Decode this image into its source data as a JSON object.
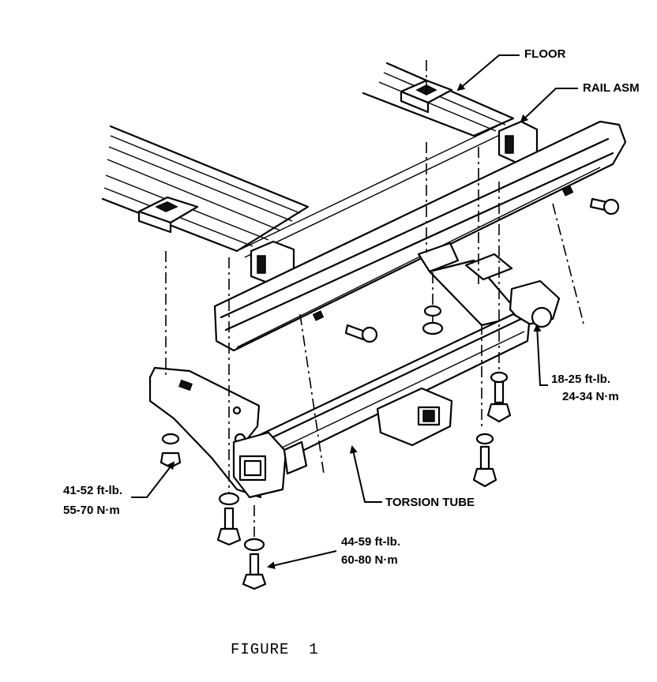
{
  "labels": {
    "floor": "FLOOR",
    "rail_asm": "RAIL ASM",
    "torsion_tube": "TORSION TUBE",
    "torque_right_ftlb": "18-25 ft-lb.",
    "torque_right_nm": "24-34 N·m",
    "torque_left_ftlb": "41-52 ft-lb.",
    "torque_left_nm": "55-70 N·m",
    "torque_bottom_ftlb": "44-59 ft-lb.",
    "torque_bottom_nm": "60-80 N·m"
  },
  "caption": "FIGURE  1"
}
